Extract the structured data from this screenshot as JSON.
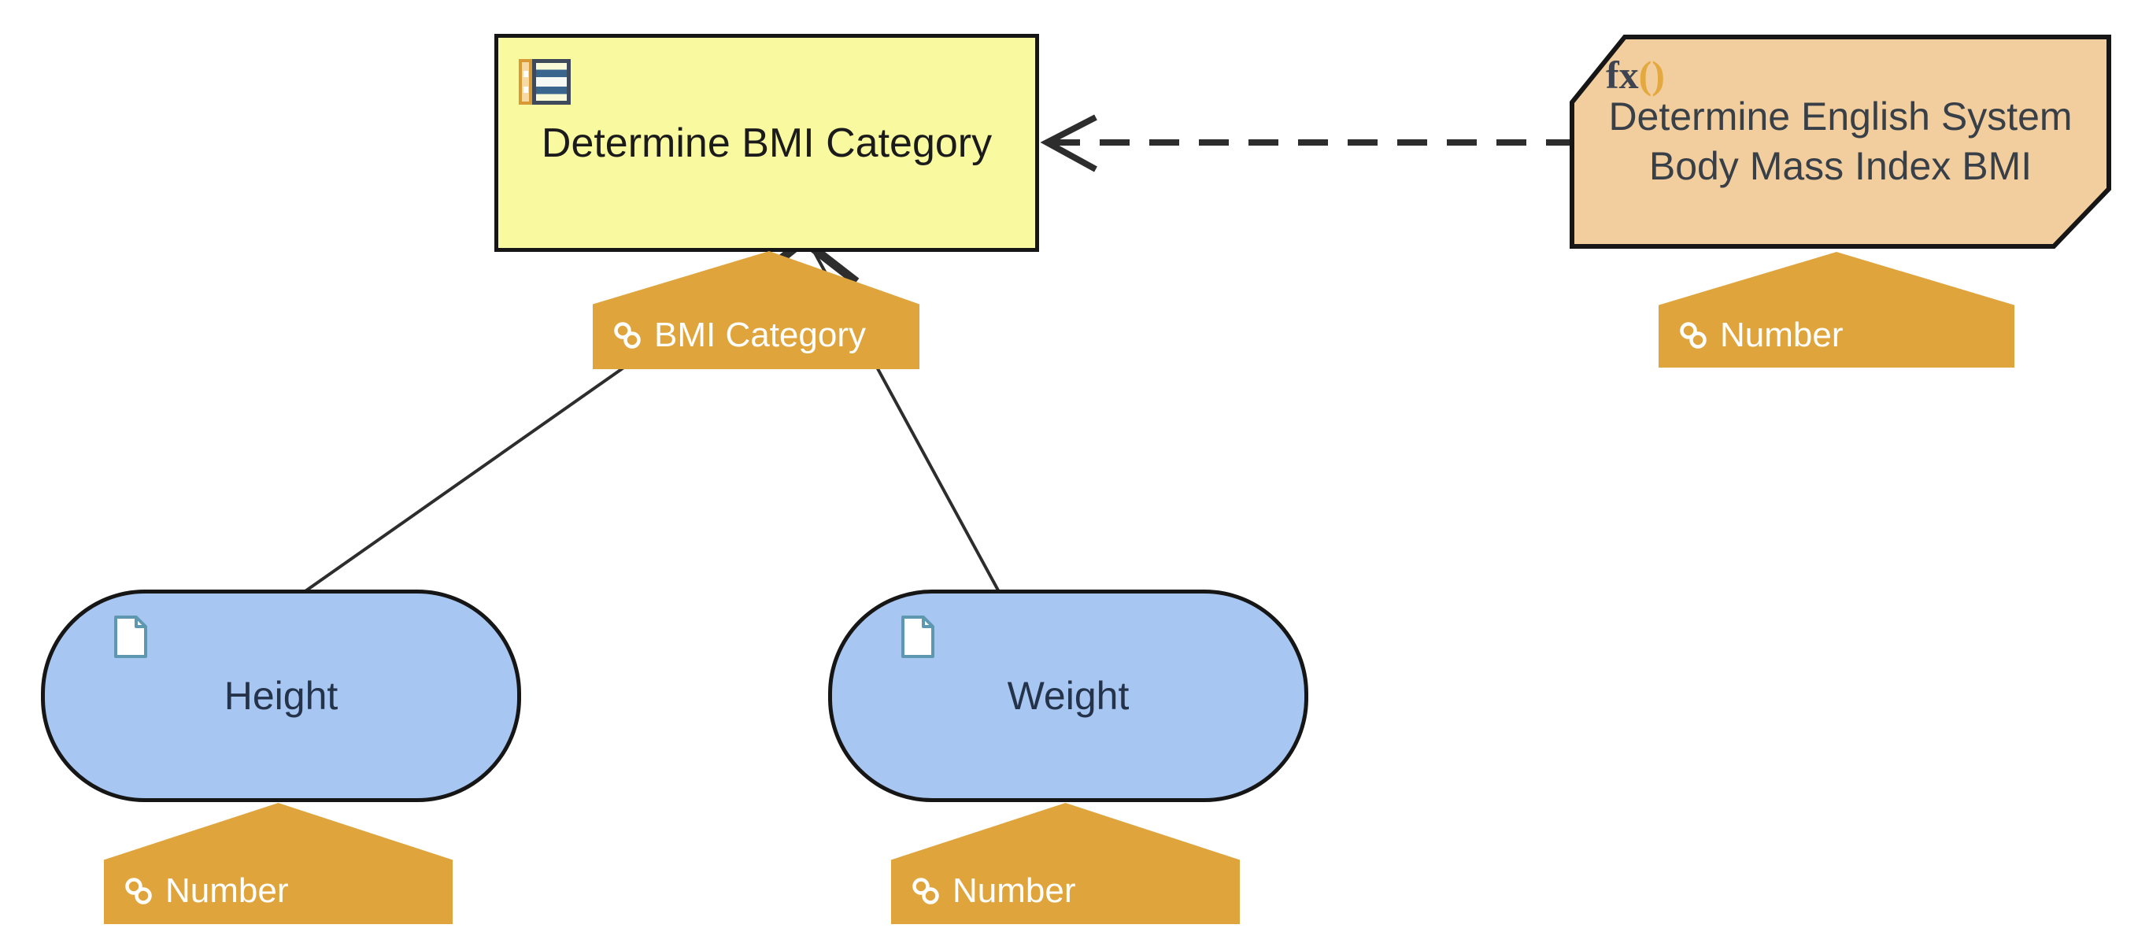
{
  "colors": {
    "canvas-bg": "#ffffff",
    "decision-fill": "#f9f9a0",
    "bkm-fill": "#f2ce9e",
    "input-fill": "#a7c6f2",
    "badge-fill": "#dfa53c",
    "badge-text": "#ffffff",
    "node-border": "#161616",
    "connector": "#2d2d2d",
    "decision-label": "#1b1b1b",
    "bkm-label": "#383f47",
    "input-label": "#24324a",
    "fx-color": "#3e4550",
    "fx-paren-color": "#e3a83e",
    "ticon-orange": "#d89a35",
    "ticon-orange-fill": "#f5d9a6",
    "ticon-border": "#3e4a5a",
    "ticon-blue": "#39658f",
    "ticon-row-yellow": "#fafad8",
    "doc-icon-stroke": "#5e98b0"
  },
  "nodes": {
    "decision": {
      "label": "Determine BMI Category",
      "badge": "BMI Category"
    },
    "bkm": {
      "line1": "Determine English System",
      "line2": "Body Mass Index BMI",
      "fx": "fx",
      "parens": "()",
      "badge": "Number"
    },
    "height": {
      "label": "Height",
      "badge": "Number"
    },
    "weight": {
      "label": "Weight",
      "badge": "Number"
    }
  },
  "edges": [
    {
      "from": "Height",
      "to": "Determine BMI Category",
      "style": "solid-arrow"
    },
    {
      "from": "Weight",
      "to": "Determine BMI Category",
      "style": "solid-arrow"
    },
    {
      "from": "Determine English System Body Mass Index BMI",
      "to": "Determine BMI Category",
      "style": "dashed-open-arrow"
    }
  ]
}
